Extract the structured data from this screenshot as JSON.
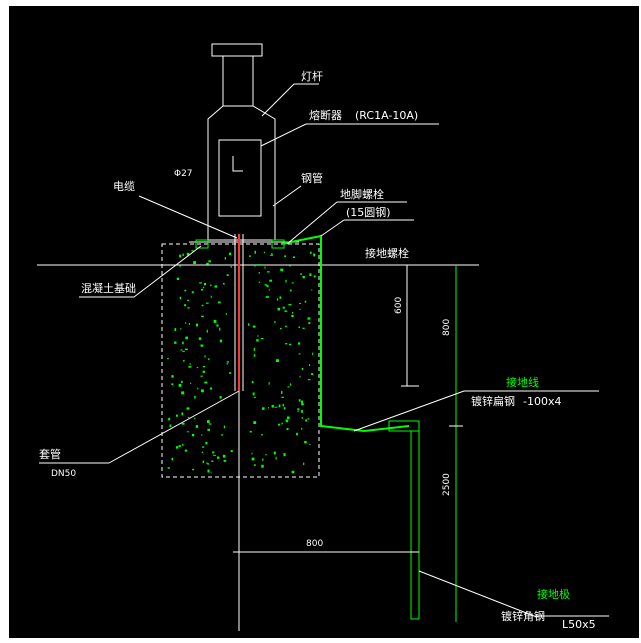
{
  "labels": {
    "lamp_post": "灯杆",
    "fuse_box": "熔断器",
    "fuse_model": "(RC1A-10A)",
    "diameter": "Φ27",
    "conduit": "钢管",
    "grounding_bolt": "接地螺栓",
    "steel_bar_note": "(15圆钢)",
    "cable": "电缆",
    "anchor_bolt": "地脚螺栓",
    "concrete_foundation": "混凝土基础",
    "sleeve": "套管",
    "sleeve_size": "DN50",
    "ground_wire_top": "接地线",
    "flat_steel_top": "镀锌扁钢",
    "flat_steel_top_size": "-100x4",
    "ground_wire_bottom": "接地极",
    "flat_steel_bottom": "镀锌角钢",
    "flat_steel_bottom_size": "L50x5"
  },
  "dimensions": {
    "depth_small": "600",
    "depth_total": "800",
    "spacing_horizontal": "800",
    "pole_length": "2500"
  },
  "colors": {
    "background": "#000000",
    "lines": "#ffffff",
    "concrete_dots": "#00ff00",
    "ground_wire": "#00ff00",
    "cable": "#ff3333"
  }
}
